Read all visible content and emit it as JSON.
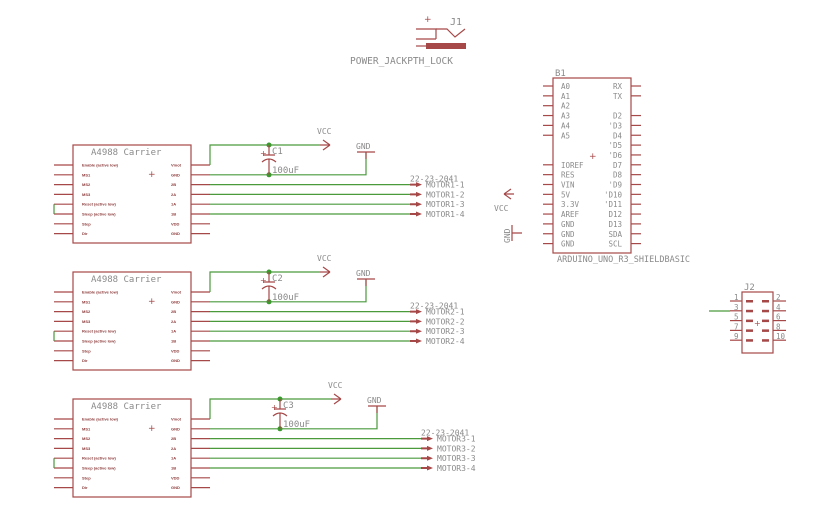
{
  "j1": {
    "ref": "J1",
    "value": "POWER_JACKPTH_LOCK",
    "plus": "+"
  },
  "drivers": [
    {
      "title": "A4988 Carrier",
      "cap": {
        "ref": "C1",
        "value": "100uF"
      },
      "vcc": "VCC",
      "gnd": "GND",
      "connector": "22-23-2041",
      "motors": [
        "MOTOR1-1",
        "MOTOR1-2",
        "MOTOR1-3",
        "MOTOR1-4"
      ]
    },
    {
      "title": "A4988 Carrier",
      "cap": {
        "ref": "C2",
        "value": "100uF"
      },
      "vcc": "VCC",
      "gnd": "GND",
      "connector": "22-23-2041",
      "motors": [
        "MOTOR2-1",
        "MOTOR2-2",
        "MOTOR2-3",
        "MOTOR2-4"
      ]
    },
    {
      "title": "A4988 Carrier",
      "cap": {
        "ref": "C3",
        "value": "100uF"
      },
      "vcc": "VCC",
      "gnd": "GND",
      "connector": "22-23-2041",
      "motors": [
        "MOTOR3-1",
        "MOTOR3-2",
        "MOTOR3-3",
        "MOTOR3-4"
      ]
    }
  ],
  "driver_pins_left": [
    "Enable (active low)",
    "MS1",
    "MS2",
    "MS3",
    "Reset (active low)",
    "Sleep (active low)",
    "Step",
    "Dir"
  ],
  "driver_pins_right": [
    "Vmot",
    "GND",
    "2B",
    "2A",
    "1A",
    "1B",
    "VDD",
    "GND"
  ],
  "b1": {
    "ref": "B1",
    "value": "ARDUINO_UNO_R3_SHIELDBASIC",
    "pins_left": [
      "A0",
      "A1",
      "A2",
      "A3",
      "A4",
      "A5",
      "",
      "",
      "IOREF",
      "RES",
      "VIN",
      "5V",
      "3.3V",
      "AREF",
      "GND",
      "GND",
      "GND"
    ],
    "pins_right": [
      "RX",
      "TX",
      "",
      "D2",
      "'D3",
      "D4",
      "'D5",
      "'D6",
      "D7",
      "D8",
      "'D9",
      "'D10",
      "'D11",
      "D12",
      "D13",
      "SDA",
      "SCL"
    ],
    "vcc": "VCC",
    "gnd": "GND"
  },
  "j2": {
    "ref": "J2",
    "pins_left": [
      "1",
      "3",
      "5",
      "7",
      "9"
    ],
    "pins_right": [
      "2",
      "4",
      "6",
      "8",
      "10"
    ]
  },
  "colors": {
    "part": "#a64848",
    "wire": "#4a9a3c",
    "label": "#8a8a8a"
  }
}
